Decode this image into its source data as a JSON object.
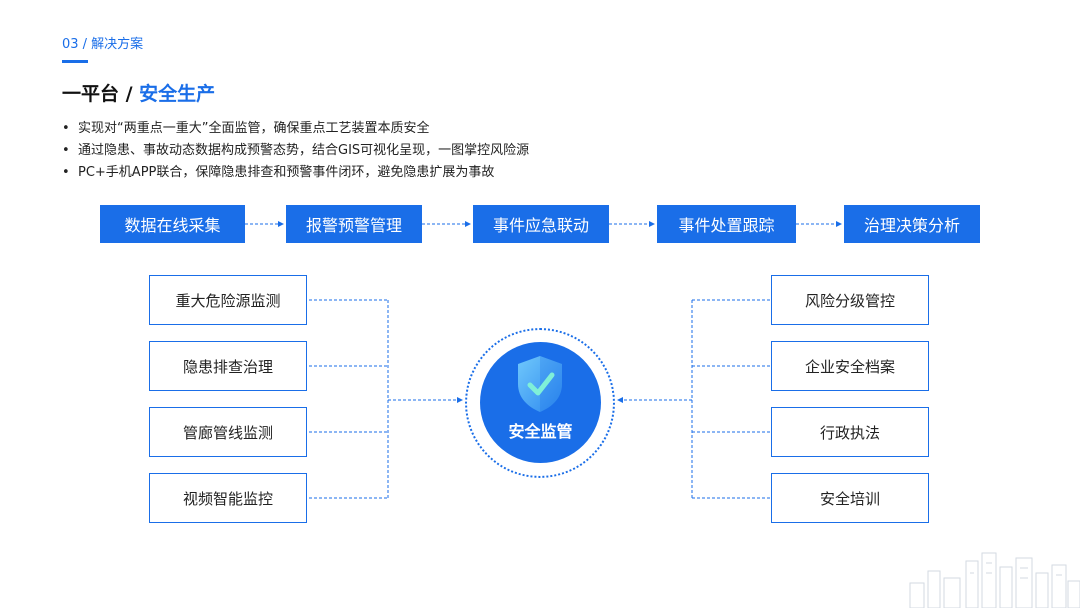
{
  "header": {
    "section": "03 / 解决方案",
    "title_prefix": "一平台 / ",
    "title_accent": "安全生产"
  },
  "bullets": [
    "实现对“两重点一重大”全面监管，确保重点工艺装置本质安全",
    "通过隐患、事故动态数据构成预警态势，结合GIS可视化呈现，一图掌控风险源",
    "PC+手机APP联合，保障隐患排查和预警事件闭环，避免隐患扩展为事故"
  ],
  "flow": [
    "数据在线采集",
    "报警预警管理",
    "事件应急联动",
    "事件处置跟踪",
    "治理决策分析"
  ],
  "left_modules": [
    "重大危险源监测",
    "隐患排查治理",
    "管廊管线监测",
    "视频智能监控"
  ],
  "right_modules": [
    "风险分级管控",
    "企业安全档案",
    "行政执法",
    "安全培训"
  ],
  "hub": {
    "label": "安全监管",
    "icon": "shield-check-icon"
  },
  "colors": {
    "accent": "#1a6ee8",
    "text": "#222222"
  }
}
